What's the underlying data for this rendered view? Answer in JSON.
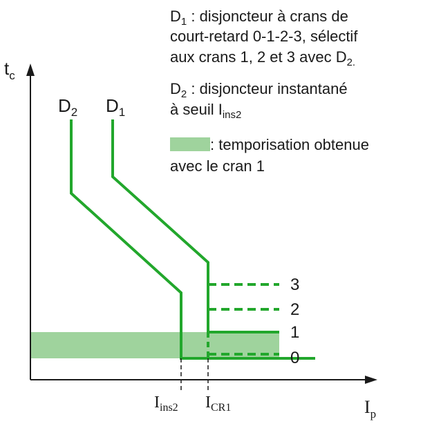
{
  "colors": {
    "curve": "#22a72c",
    "band": "#9fd39d",
    "axis": "#1a1a1a",
    "text": "#1a1a1a"
  },
  "axes": {
    "y_label_main": "t",
    "y_label_sub": "c",
    "x_label_main": "I",
    "x_label_sub": "p"
  },
  "curves": {
    "d2_main": "D",
    "d2_sub": "2",
    "d1_main": "D",
    "d1_sub": "1"
  },
  "markers": {
    "ins2_main": "I",
    "ins2_sub": "ins2",
    "cr1_main": "I",
    "cr1_sub": "CR1"
  },
  "steps": [
    "3",
    "2",
    "1",
    "0"
  ],
  "legend": {
    "d1_main": "D",
    "d1_sub": "1",
    "d1_line1": " : disjoncteur à crans de",
    "d1_line2": "court-retard 0-1-2-3, sélectif",
    "d1_line3_a": "aux crans 1, 2 et 3 avec D",
    "d1_line3_sub": "2",
    "d1_line3_end": ".",
    "d2_main": "D",
    "d2_sub": "2",
    "d2_line1": " : disjoncteur instantané",
    "d2_line2_a": "à seuil I",
    "d2_line2_sub": "ins2",
    "band_line1": " : temporisation obtenue",
    "band_line2": "avec le cran 1"
  }
}
